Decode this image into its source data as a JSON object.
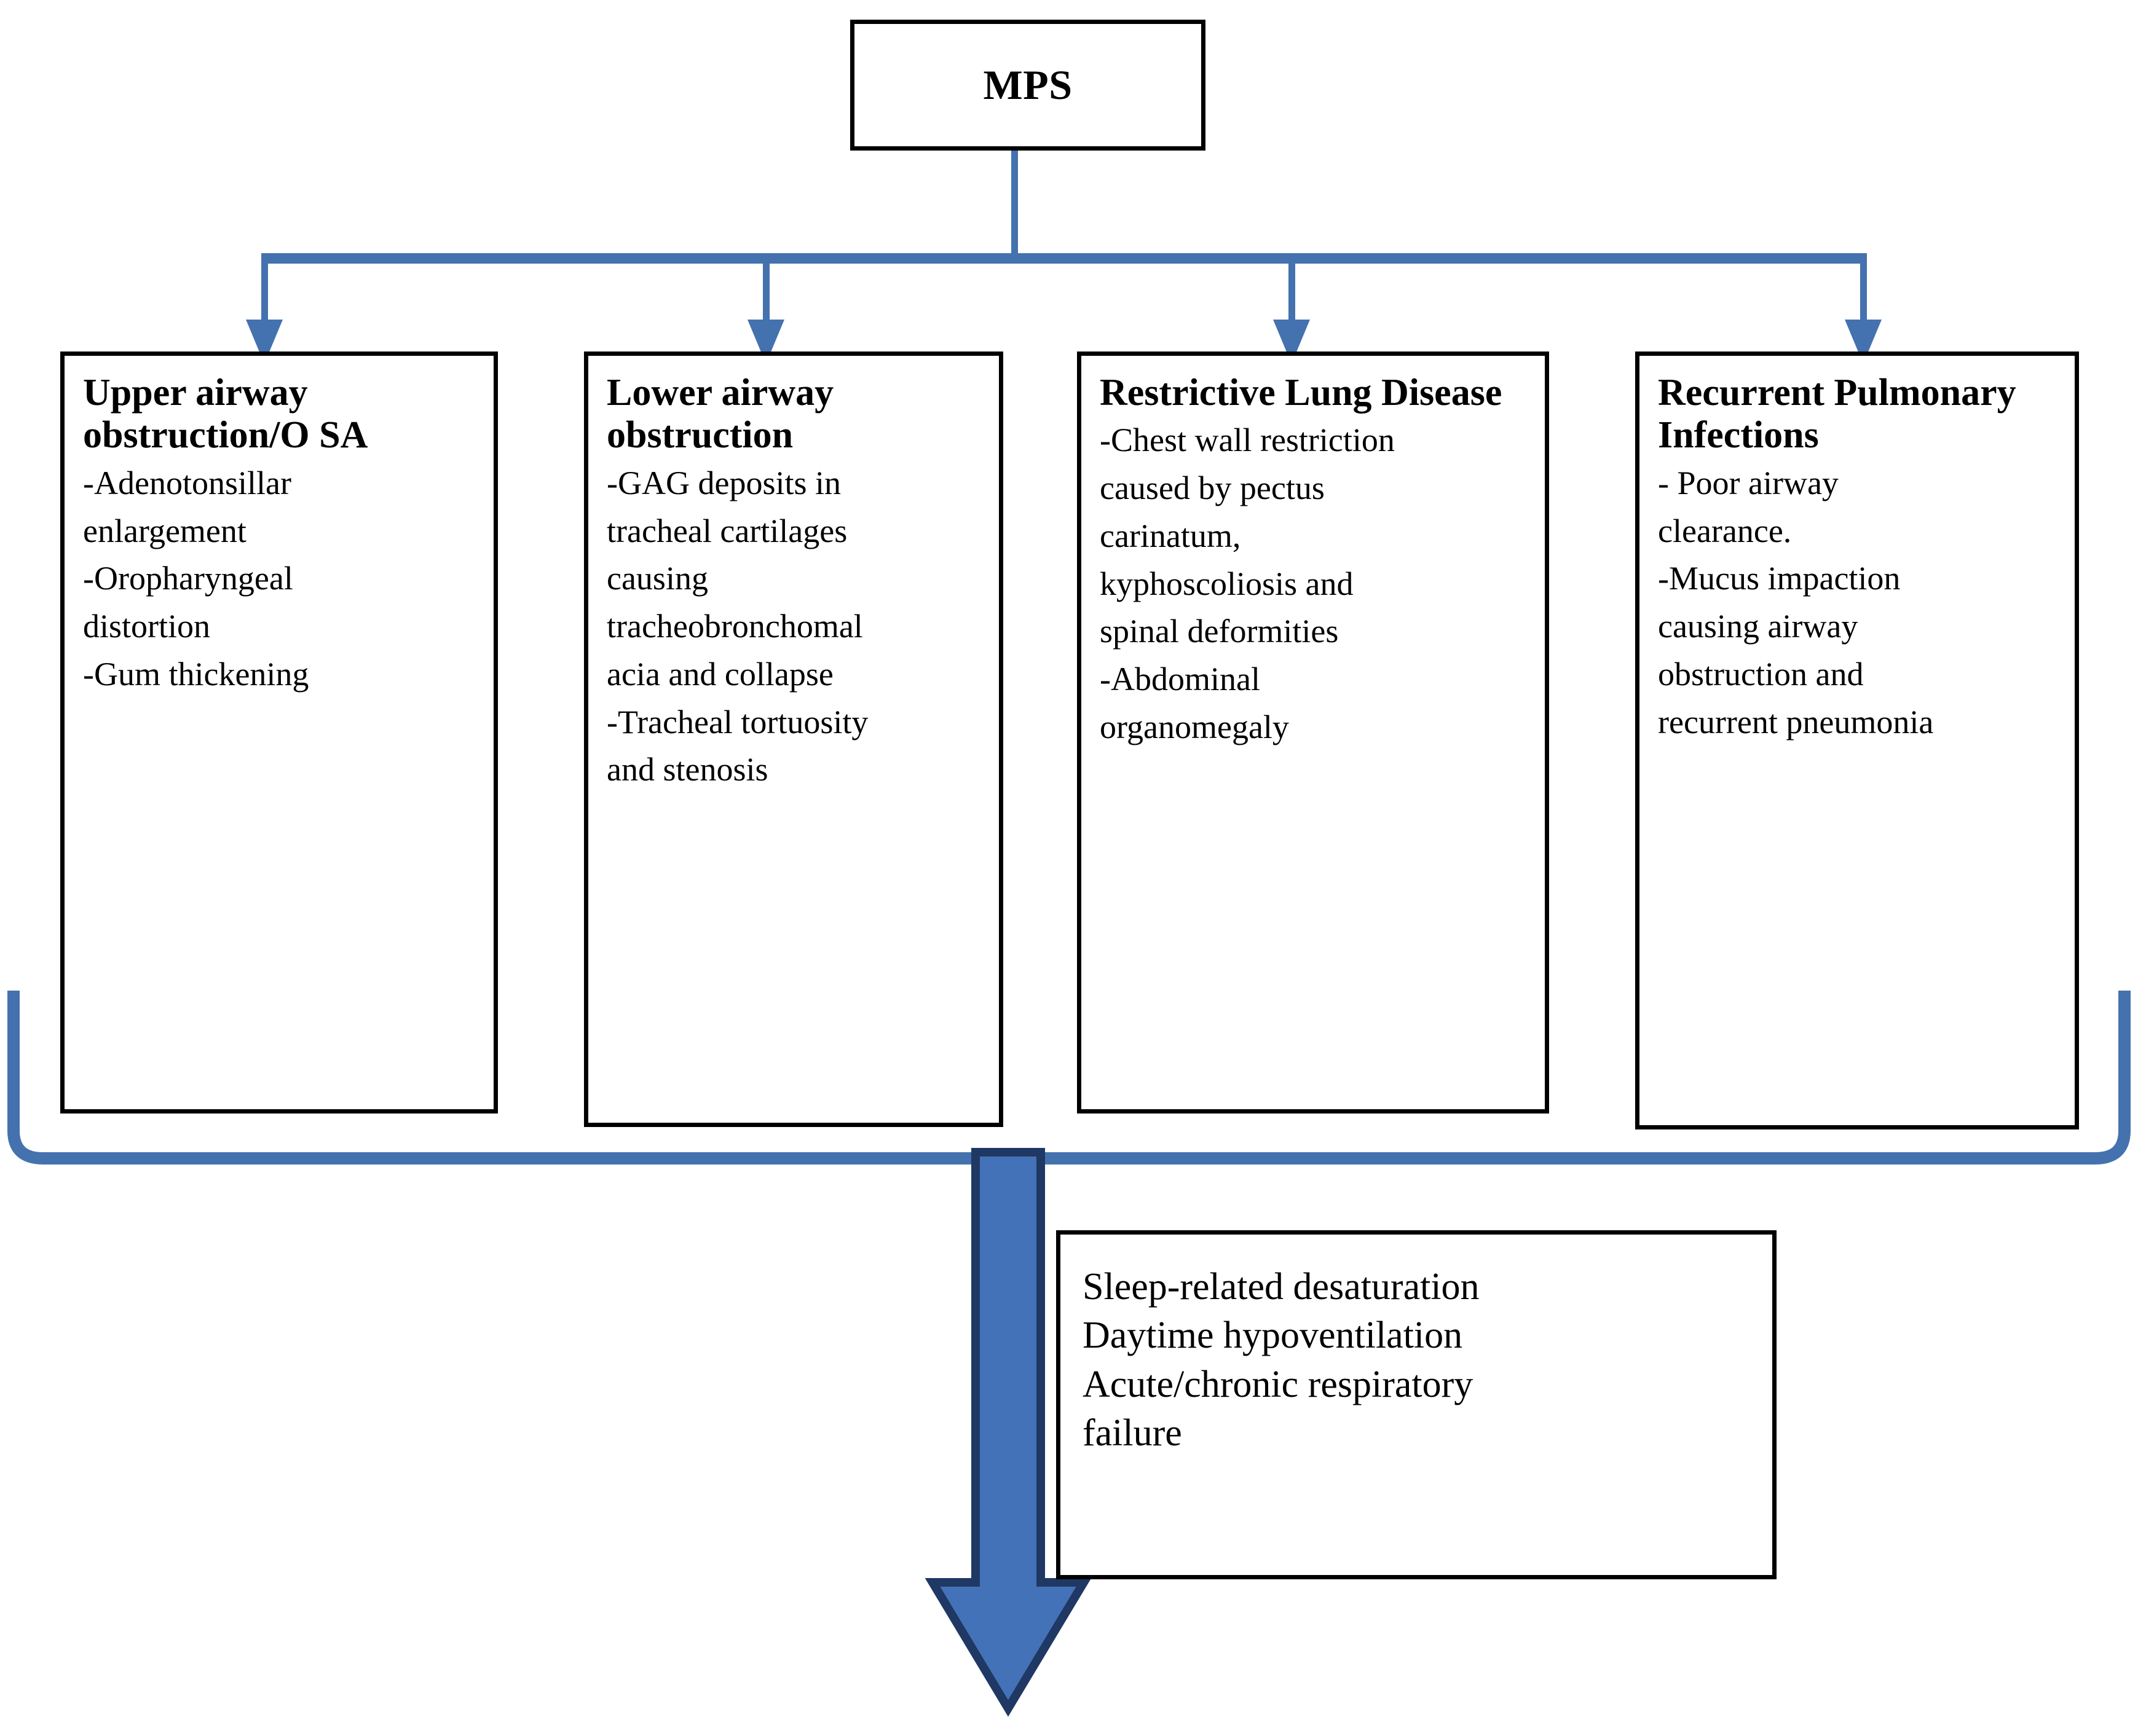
{
  "diagram": {
    "title": "MPS respiratory complications flowchart",
    "colors": {
      "connector_blue": "#4472AE",
      "arrow_fill": "#4472B8",
      "arrow_outline": "#1F3864",
      "box_border": "#000000",
      "background": "#FFFFFF"
    },
    "root": {
      "label": "MPS"
    },
    "categories": [
      {
        "id": "upper-airway",
        "title": "Upper airway obstruction/OSA",
        "title_lines": [
          "Upper airway",
          "obstruction/O",
          "SA"
        ],
        "body_lines": [
          "-Adenotonsillar",
          "enlargement",
          "-Oropharyngeal",
          "distortion",
          "-Gum thickening"
        ]
      },
      {
        "id": "lower-airway",
        "title": "Lower airway obstruction",
        "title_lines": [
          "Lower airway",
          "obstruction"
        ],
        "body_lines": [
          "-GAG deposits in",
          "tracheal cartilages",
          "causing",
          "tracheobronchomal",
          "acia and collapse",
          "-Tracheal tortuosity",
          "and stenosis"
        ]
      },
      {
        "id": "restrictive-lung-disease",
        "title": "Restrictive Lung Disease",
        "title_lines": [
          "Restrictive",
          "Lung Disease"
        ],
        "body_lines": [
          "-Chest wall restriction",
          "caused by pectus",
          "carinatum,",
          "kyphoscoliosis and",
          "spinal deformities",
          "-Abdominal",
          "organomegaly"
        ]
      },
      {
        "id": "recurrent-pulmonary-infections",
        "title": "Recurrent Pulmonary Infections",
        "title_lines": [
          "Recurrent",
          "Pulmonary",
          "Infections"
        ],
        "body_lines": [
          "- Poor airway",
          "clearance.",
          "-Mucus impaction",
          "causing airway",
          "obstruction and",
          "recurrent pneumonia"
        ]
      }
    ],
    "outcome": {
      "id": "outcome",
      "lines": [
        "Sleep-related desaturation",
        "Daytime hypoventilation",
        "Acute/chronic respiratory",
        "failure"
      ]
    }
  }
}
